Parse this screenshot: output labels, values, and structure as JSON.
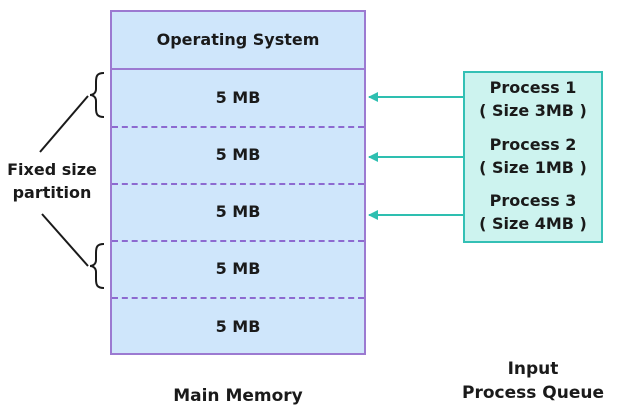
{
  "memory": {
    "os_label": "Operating System",
    "partitions": [
      "5 MB",
      "5 MB",
      "5 MB",
      "5 MB",
      "5 MB"
    ],
    "caption": "Main Memory"
  },
  "queue": {
    "processes": [
      {
        "name": "Process 1",
        "size": "( Size 3MB )"
      },
      {
        "name": "Process 2",
        "size": "( Size 1MB )"
      },
      {
        "name": "Process 3",
        "size": "( Size 4MB )"
      }
    ],
    "caption_line1": "Input",
    "caption_line2": "Process Queue"
  },
  "annotation": {
    "line1": "Fixed size",
    "line2": "partition"
  },
  "colors": {
    "memory_fill": "#cfe6fb",
    "memory_border": "#9c7ad1",
    "queue_fill": "#cdf3ef",
    "queue_border": "#34c0b5",
    "arrow": "#2ebfb0"
  }
}
